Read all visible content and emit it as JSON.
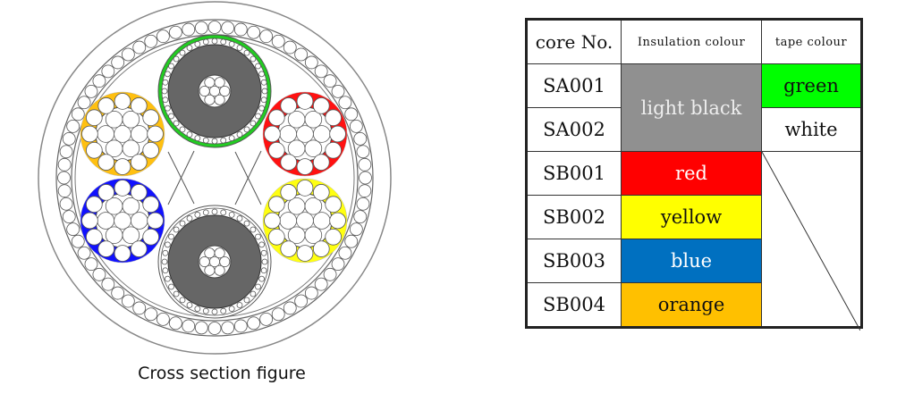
{
  "caption": "Cross section figure",
  "table": {
    "headers": [
      "core No.",
      "Insulation colour",
      "tape colour"
    ],
    "rows": [
      {
        "core": "SA001",
        "insulation": "light black",
        "tape": "green"
      },
      {
        "core": "SA002",
        "insulation": "light black",
        "tape": "white"
      },
      {
        "core": "SB001",
        "insulation": "red",
        "tape": ""
      },
      {
        "core": "SB002",
        "insulation": "yellow",
        "tape": ""
      },
      {
        "core": "SB003",
        "insulation": "blue",
        "tape": ""
      },
      {
        "core": "SB004",
        "insulation": "orange",
        "tape": ""
      }
    ]
  },
  "colors": {
    "light_black": "#909090",
    "green": "#00ff00",
    "red": "#ff0000",
    "yellow": "#ffff00",
    "blue": "#0070c0",
    "orange": "#ffc000",
    "diagram_gray": "#666666",
    "diagram_green": "#22cc22",
    "diagram_red": "#ff1111",
    "diagram_yellow": "#ffff11",
    "diagram_blue": "#1111ff",
    "diagram_orange": "#ffc010"
  }
}
